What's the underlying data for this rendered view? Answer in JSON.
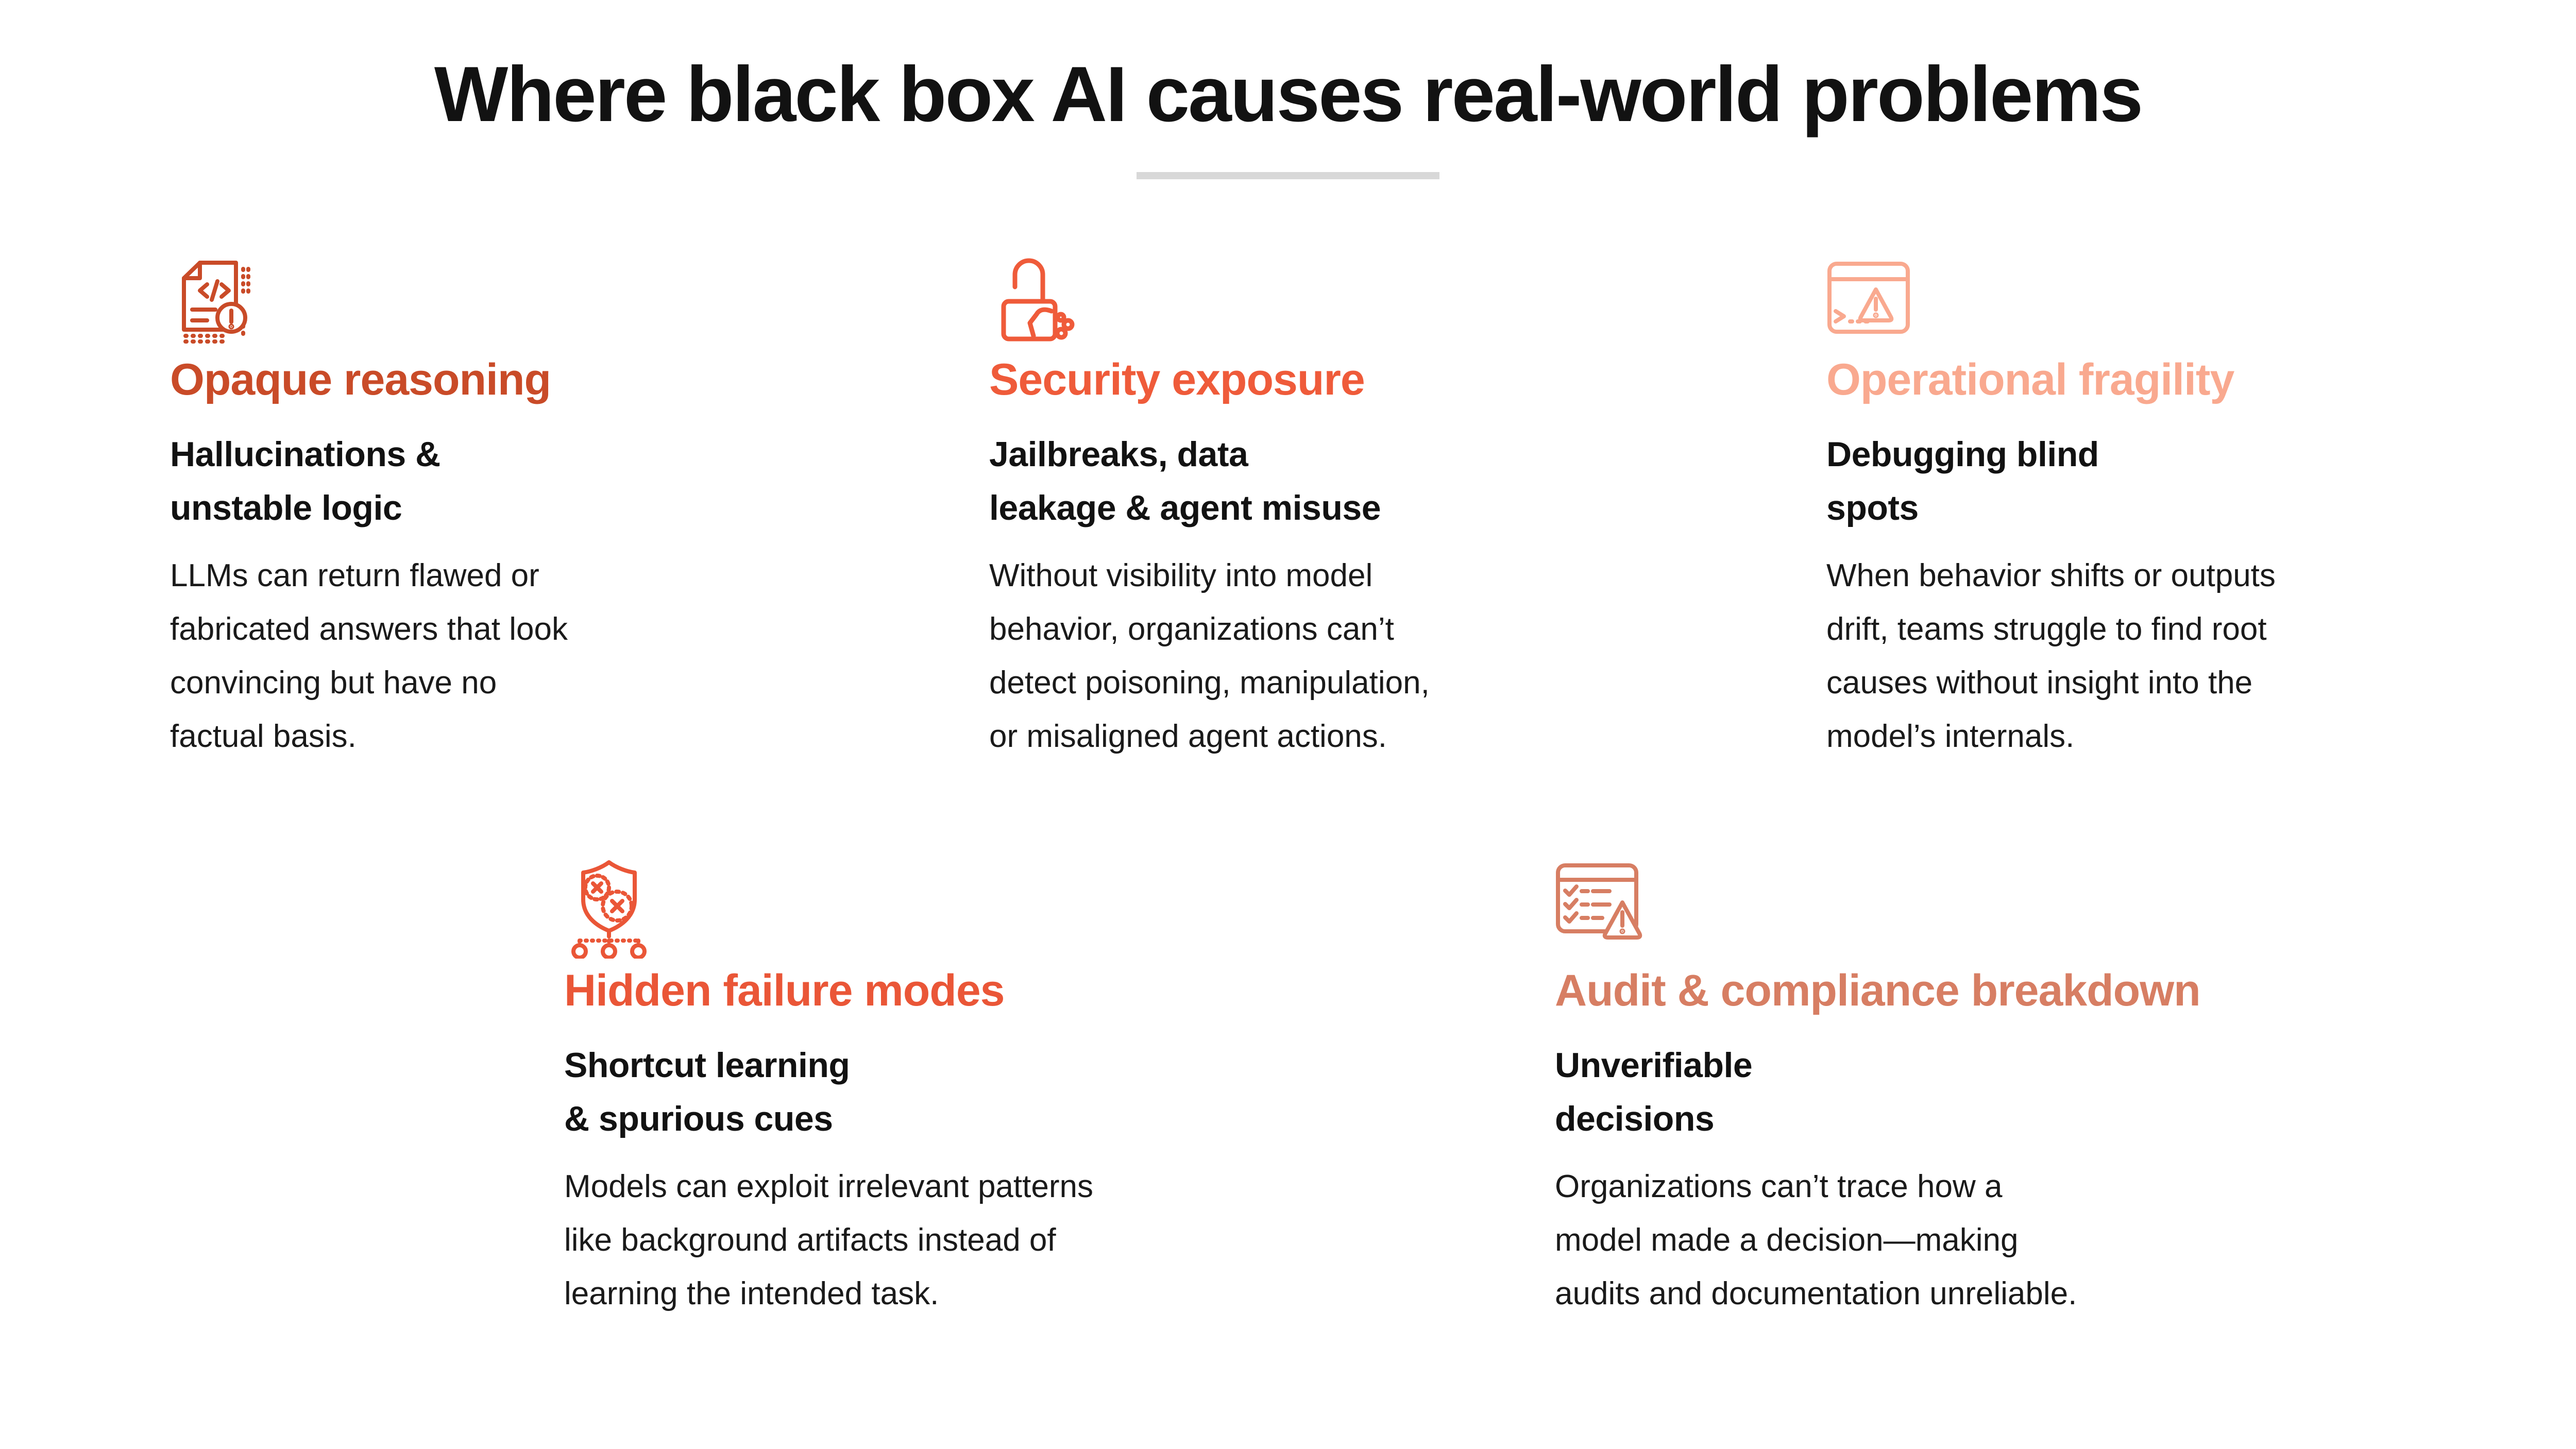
{
  "title": "Where black box AI causes real-world problems",
  "divider_color": "#D8D8D8",
  "text_color": "#121212",
  "cards": [
    {
      "id": "opaque-reasoning",
      "icon": "document-code-warning-icon",
      "accent": "#C94B28",
      "heading": "Opaque reasoning",
      "subheading": "Hallucinations &\nunstable logic",
      "body": "LLMs can return flawed or\nfabricated answers that look\nconvincing but have no\nfactual basis."
    },
    {
      "id": "security-exposure",
      "icon": "broken-lock-icon",
      "accent": "#EF5B3A",
      "heading": "Security exposure",
      "subheading": "Jailbreaks, data\nleakage & agent misuse",
      "body": "Without visibility into model\nbehavior, organizations can’t\ndetect poisoning, manipulation,\nor misaligned agent actions."
    },
    {
      "id": "operational-fragility",
      "icon": "terminal-warning-icon",
      "accent": "#F9A98F",
      "heading": "Operational fragility",
      "subheading": "Debugging blind\nspots",
      "body": "When behavior shifts or outputs\ndrift, teams struggle to find root\ncauses without insight into the\nmodel’s internals."
    },
    {
      "id": "hidden-failure-modes",
      "icon": "shield-failure-icon",
      "accent": "#EA5637",
      "heading": "Hidden failure modes",
      "subheading": "Shortcut learning\n& spurious cues",
      "body": "Models can exploit irrelevant patterns\nlike background artifacts instead of\nlearning the intended task."
    },
    {
      "id": "audit-compliance-breakdown",
      "icon": "checklist-warning-icon",
      "accent": "#D77E63",
      "heading": "Audit & compliance breakdown",
      "subheading": "Unverifiable\ndecisions",
      "body": "Organizations can’t trace how a\nmodel made a decision—making\naudits and documentation unreliable."
    }
  ]
}
